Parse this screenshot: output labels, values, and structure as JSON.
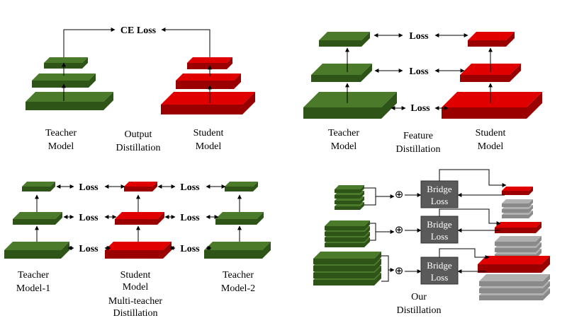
{
  "output_panel": {
    "ce_loss": "CE Loss",
    "teacher_line1": "Teacher",
    "teacher_line2": "Model",
    "caption_line1": "Output",
    "caption_line2": "Distillation",
    "student_line1": "Student",
    "student_line2": "Model"
  },
  "feature_panel": {
    "loss_top": "Loss",
    "loss_mid": "Loss",
    "loss_bot": "Loss",
    "teacher_line1": "Teacher",
    "teacher_line2": "Model",
    "caption_line1": "Feature",
    "caption_line2": "Distillation",
    "student_line1": "Student",
    "student_line2": "Model"
  },
  "multi_panel": {
    "loss_l_top": "Loss",
    "loss_l_mid": "Loss",
    "loss_l_bot": "Loss",
    "loss_r_top": "Loss",
    "loss_r_mid": "Loss",
    "loss_r_bot": "Loss",
    "teacher1_line1": "Teacher",
    "teacher1_line2": "Model-1",
    "student_line1": "Student",
    "student_line2": "Model",
    "caption_line1": "Multi-teacher",
    "caption_line2": "Distillation",
    "teacher2_line1": "Teacher",
    "teacher2_line2": "Model-2"
  },
  "our_panel": {
    "bridge_line1": "Bridge",
    "bridge_line2": "Loss",
    "caption_line1": "Our",
    "caption_line2": "Distillation",
    "plus_symbol": "⊕"
  },
  "colors": {
    "green_top": "#4a7a2a",
    "green_side": "#2e5517",
    "red_top": "#e00000",
    "red_side": "#9a0000",
    "gray_top": "#b0b0b0",
    "gray_side": "#8a8a8a",
    "bridge_box": "#5a5a5a"
  }
}
